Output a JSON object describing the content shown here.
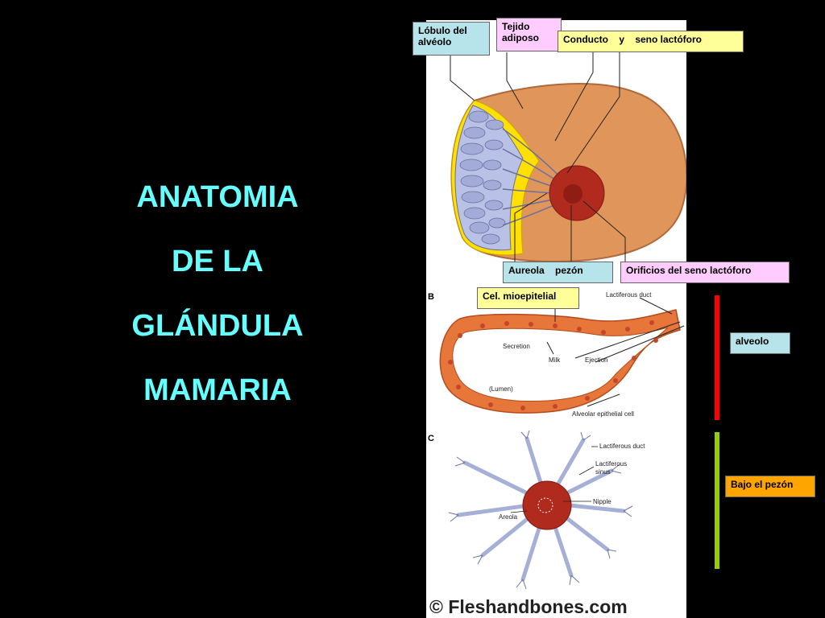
{
  "title": {
    "line1": "ANATOMIA",
    "line2": "DE LA",
    "line3": "GLÁNDULA",
    "line4": "MAMARIA"
  },
  "labels": {
    "lobulo_line1": "Lóbulo del",
    "lobulo_line2": "alvéolo",
    "tejido_line1": "Tejido",
    "tejido_line2": "adiposo",
    "conducto": "Conducto    y    seno lactóforo",
    "aureola": "Aureola    pezón",
    "orificios": "Orificios del seno lactóforo",
    "mioepitelial": "Cel. mioepitelial",
    "alveolo": "alveolo",
    "bajo": "Bajo el pezón"
  },
  "diagram_b": {
    "section": "B",
    "lactiferous_duct": "Lactiferous duct",
    "secretion": "Secretion",
    "milk": "Milk",
    "ejection": "Ejection",
    "lumen": "(Lumen)",
    "epithelial": "Alveolar epithelial cell"
  },
  "diagram_c": {
    "section": "C",
    "lactiferous_duct": "Lactiferous duct",
    "sinus_line1": "Lactiferous",
    "sinus_line2": "sinus",
    "nipple": "Nipple",
    "areola": "Areola"
  },
  "copyright": "© Fleshandbones.com",
  "colors": {
    "title": "#66ffff",
    "label_cyan": "#b7e3ea",
    "label_pink": "#ffccff",
    "label_yellow": "#ffff99",
    "label_orange": "#ffa500",
    "bar_red": "#ff0000",
    "bar_green": "#99cc00"
  }
}
